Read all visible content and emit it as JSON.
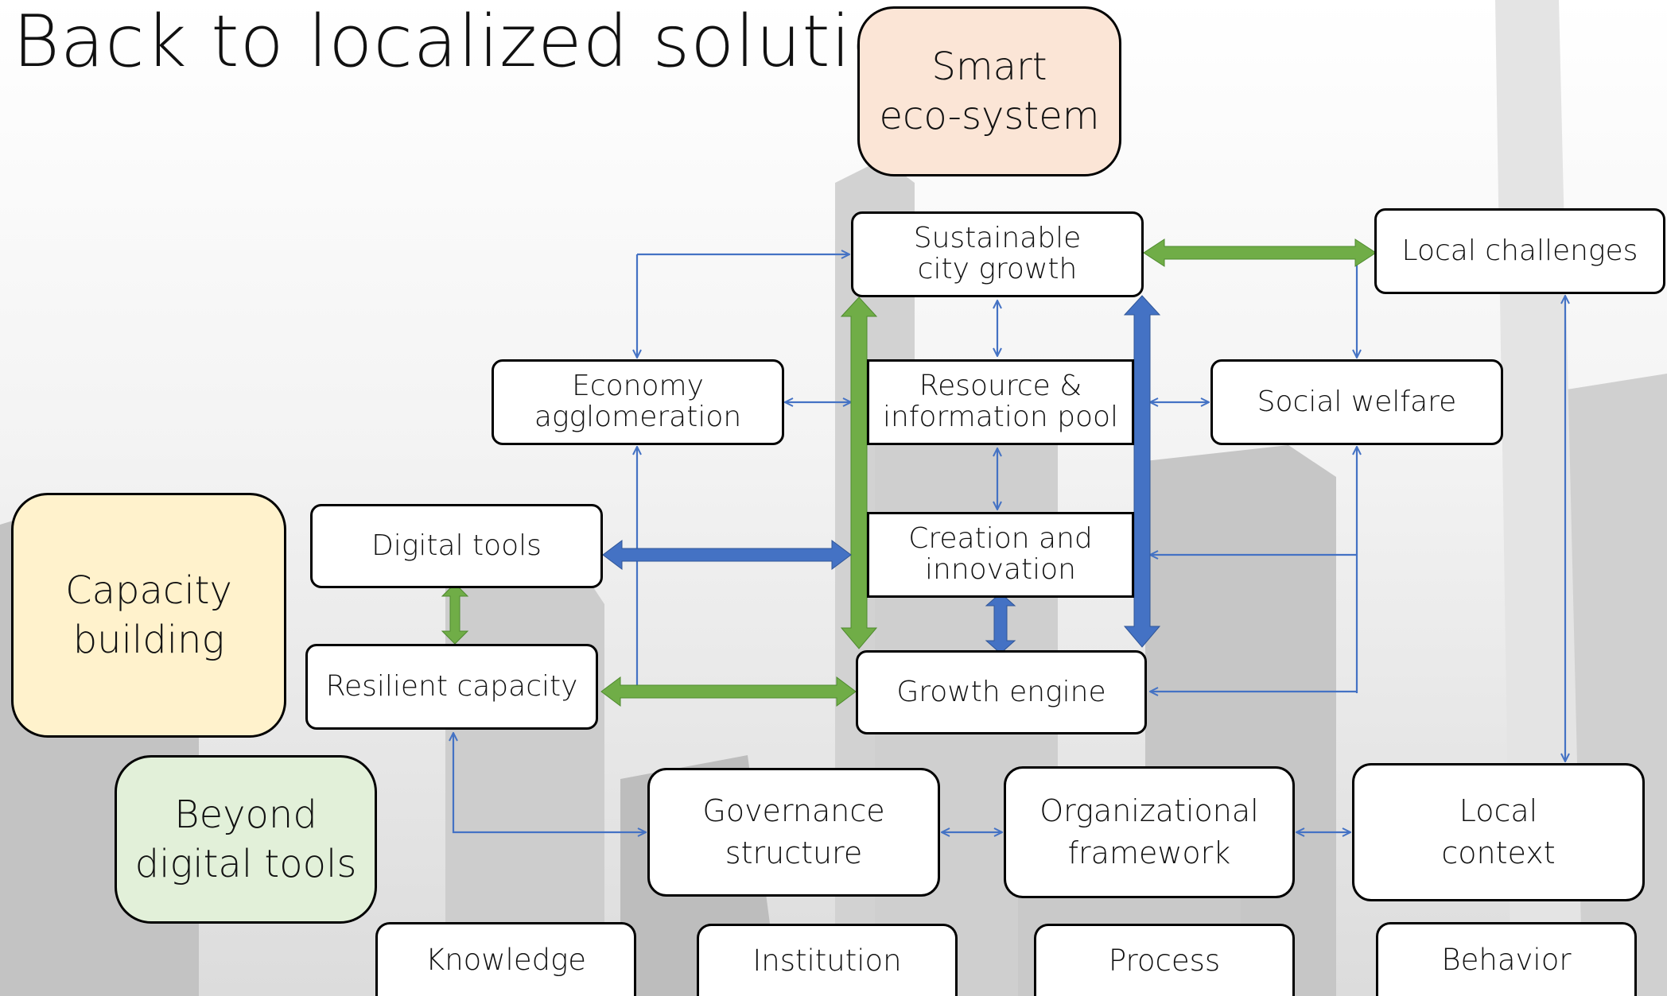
{
  "title": "Back to localized solutions",
  "category_boxes": {
    "smart": "Smart\neco-system",
    "capacity": "Capacity\nbuilding",
    "beyond": "Beyond\ndigital tools"
  },
  "core_boxes": {
    "sustainable": "Sustainable\ncity growth",
    "resource": "Resource &\ninformation pool",
    "creation": "Creation and\ninnovation",
    "growth_engine": "Growth engine"
  },
  "side_boxes": {
    "economy": "Economy\nagglomeration",
    "social": "Social welfare",
    "local_challenges": "Local challenges",
    "digital_tools": "Digital tools",
    "resilient": "Resilient capacity"
  },
  "framework_boxes": {
    "governance": "Governance\nstructure",
    "organizational": "Organizational\nframework",
    "local_context": "Local\ncontext"
  },
  "base_labels": {
    "knowledge": "Knowledge",
    "institution": "Institution",
    "process": "Process",
    "behavior": "Behavior"
  },
  "colors": {
    "smart_fill": "#FBE5D6",
    "capacity_fill": "#FFF2CC",
    "beyond_fill": "#E2F0D9",
    "thin_arrow": "#4472C4",
    "thick_blue": "#4472C4",
    "thick_green": "#70AD47"
  }
}
